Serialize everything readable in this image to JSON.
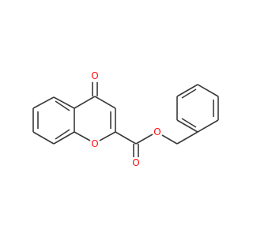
{
  "molecule": {
    "atoms": [
      {
        "id": "o-ketone",
        "label": "O",
        "color": "#ff0d0d"
      },
      {
        "id": "o-ring",
        "label": "O",
        "color": "#ff0d0d"
      },
      {
        "id": "o-carbonyl",
        "label": "O",
        "color": "#ff0d0d"
      },
      {
        "id": "o-ester",
        "label": "O",
        "color": "#ff0d0d"
      }
    ],
    "bond_color": "#3a3a3a"
  }
}
